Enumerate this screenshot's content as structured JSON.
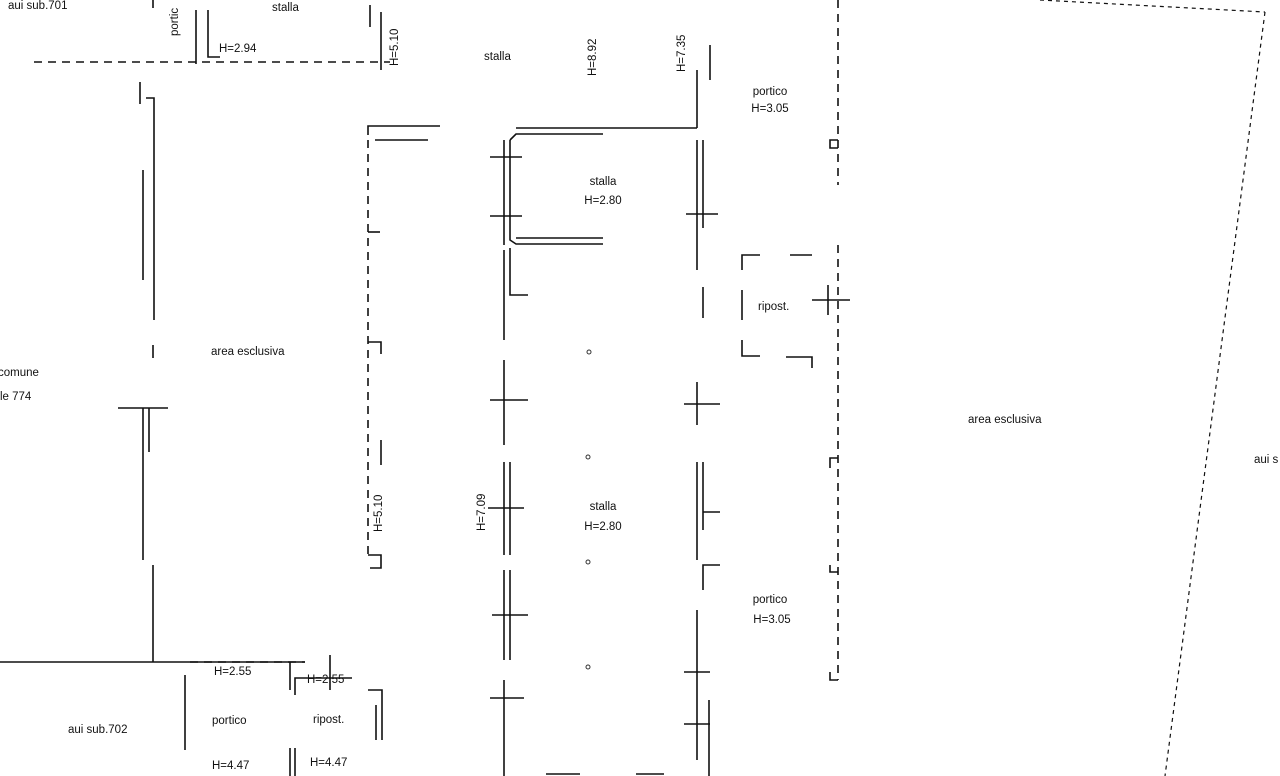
{
  "labels": {
    "aui_sub_701": "aui sub.701",
    "portico_top": "portic",
    "stalla_top": "stalla",
    "h_294": "H=2.94",
    "h_510_top": "H=5.10",
    "stalla_mid_top": "stalla",
    "h_892": "H=8.92",
    "h_735": "H=7.35",
    "portico_r1": "portico",
    "h_305_r1": "H=3.05",
    "stalla_1": "stalla",
    "h_280_1": "H=2.80",
    "ripost_r": "ripost.",
    "area_esclusiva_l": "area esclusiva",
    "comune": "comune",
    "le_774": "le 774",
    "area_esclusiva_r": "area esclusiva",
    "aui_r": "aui s",
    "h_510_mid": "H=5.10",
    "h_709": "H=7.09",
    "stalla_2": "stalla",
    "h_280_2": "H=2.80",
    "portico_r2": "portico",
    "h_305_r2": "H=3.05",
    "h_255_a": "H=2.55",
    "h_255_b": "H=2.55",
    "portico_b": "portico",
    "ripost_b": "ripost.",
    "aui_sub_702": "aui sub.702",
    "h_447_a": "H=4.47",
    "h_447_b": "H=4.47"
  }
}
